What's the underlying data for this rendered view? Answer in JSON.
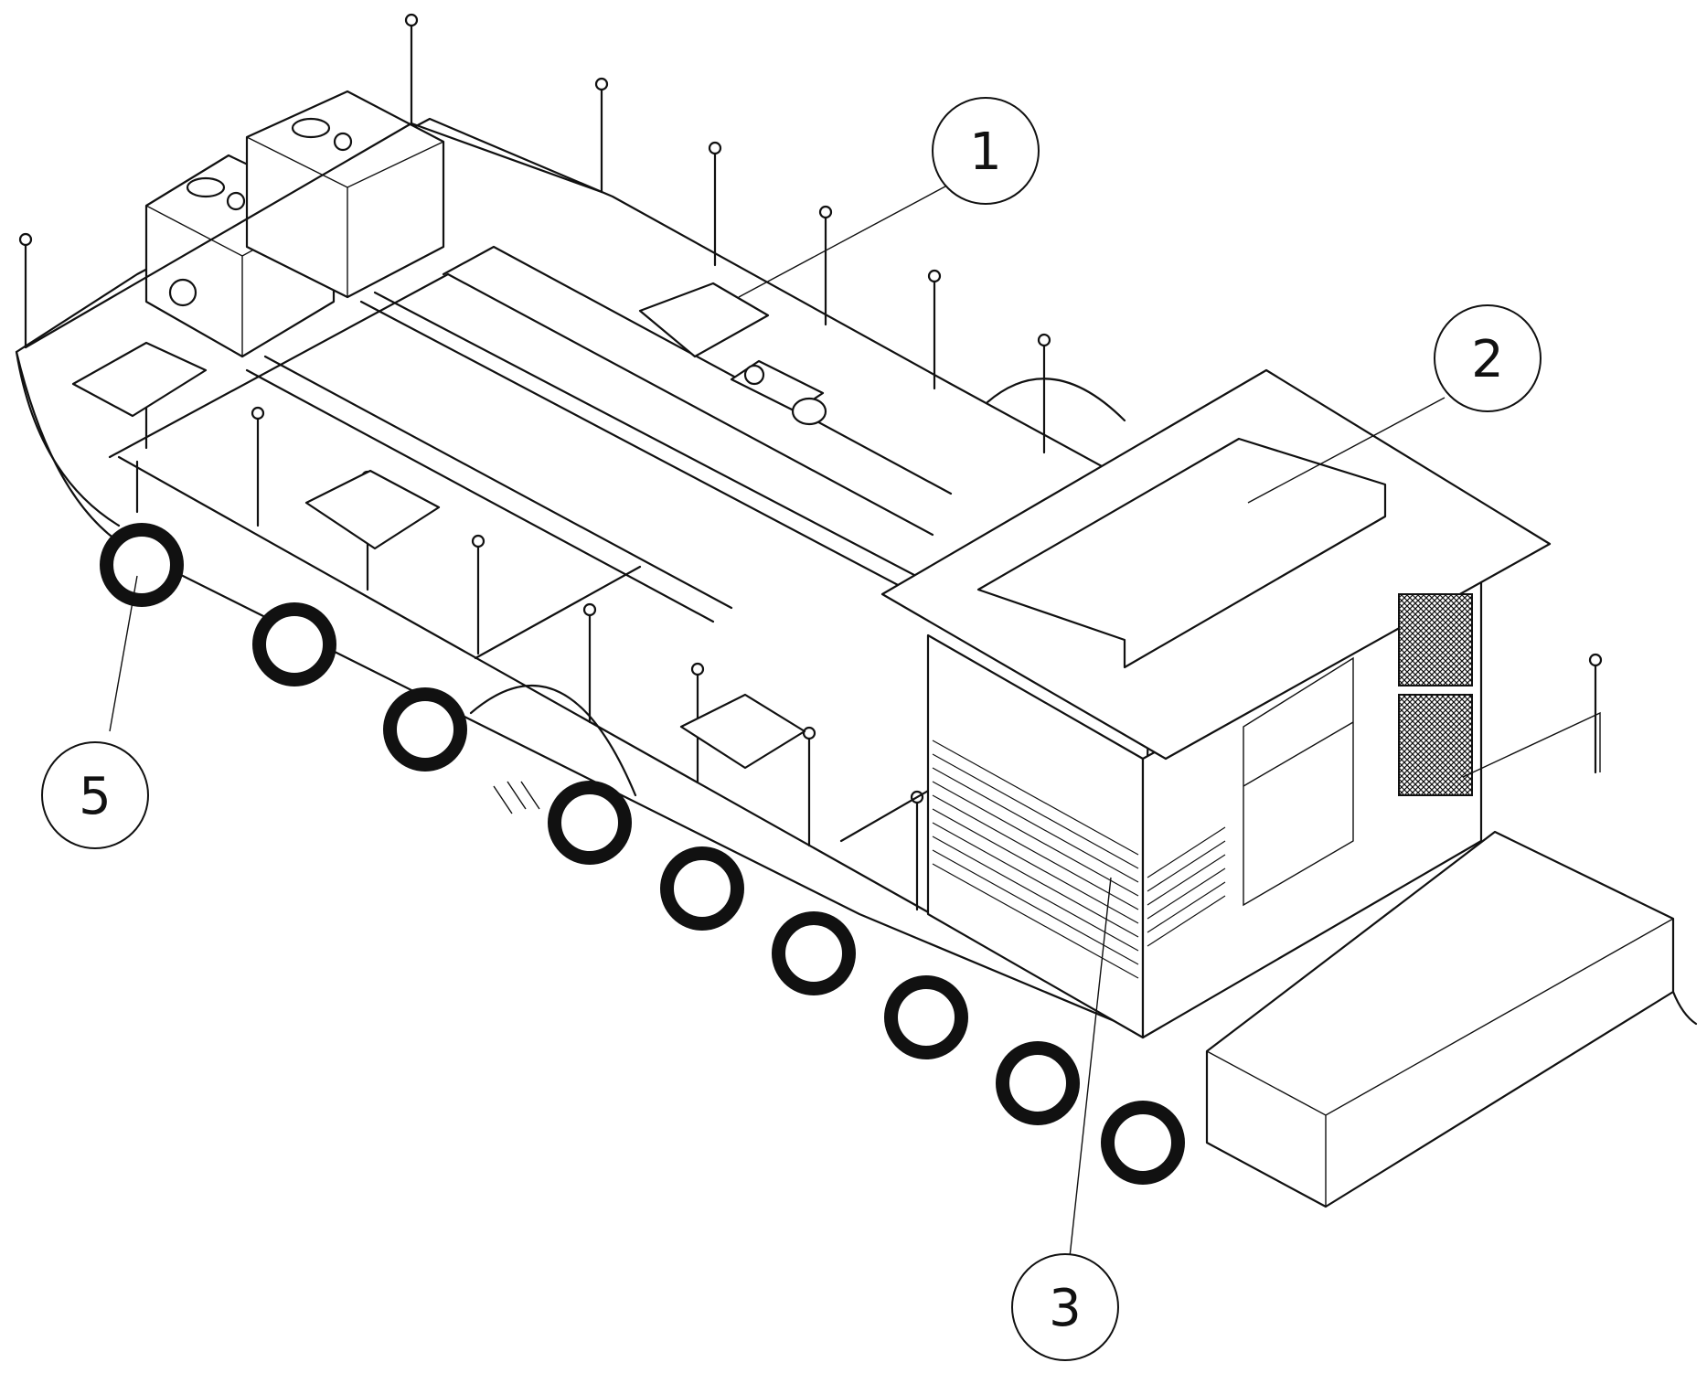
{
  "callouts": [
    {
      "id": "1",
      "label": "1"
    },
    {
      "id": "2",
      "label": "2"
    },
    {
      "id": "3",
      "label": "3"
    },
    {
      "id": "5",
      "label": "5"
    }
  ],
  "colors": {
    "line": "#111111",
    "background": "#ffffff"
  }
}
